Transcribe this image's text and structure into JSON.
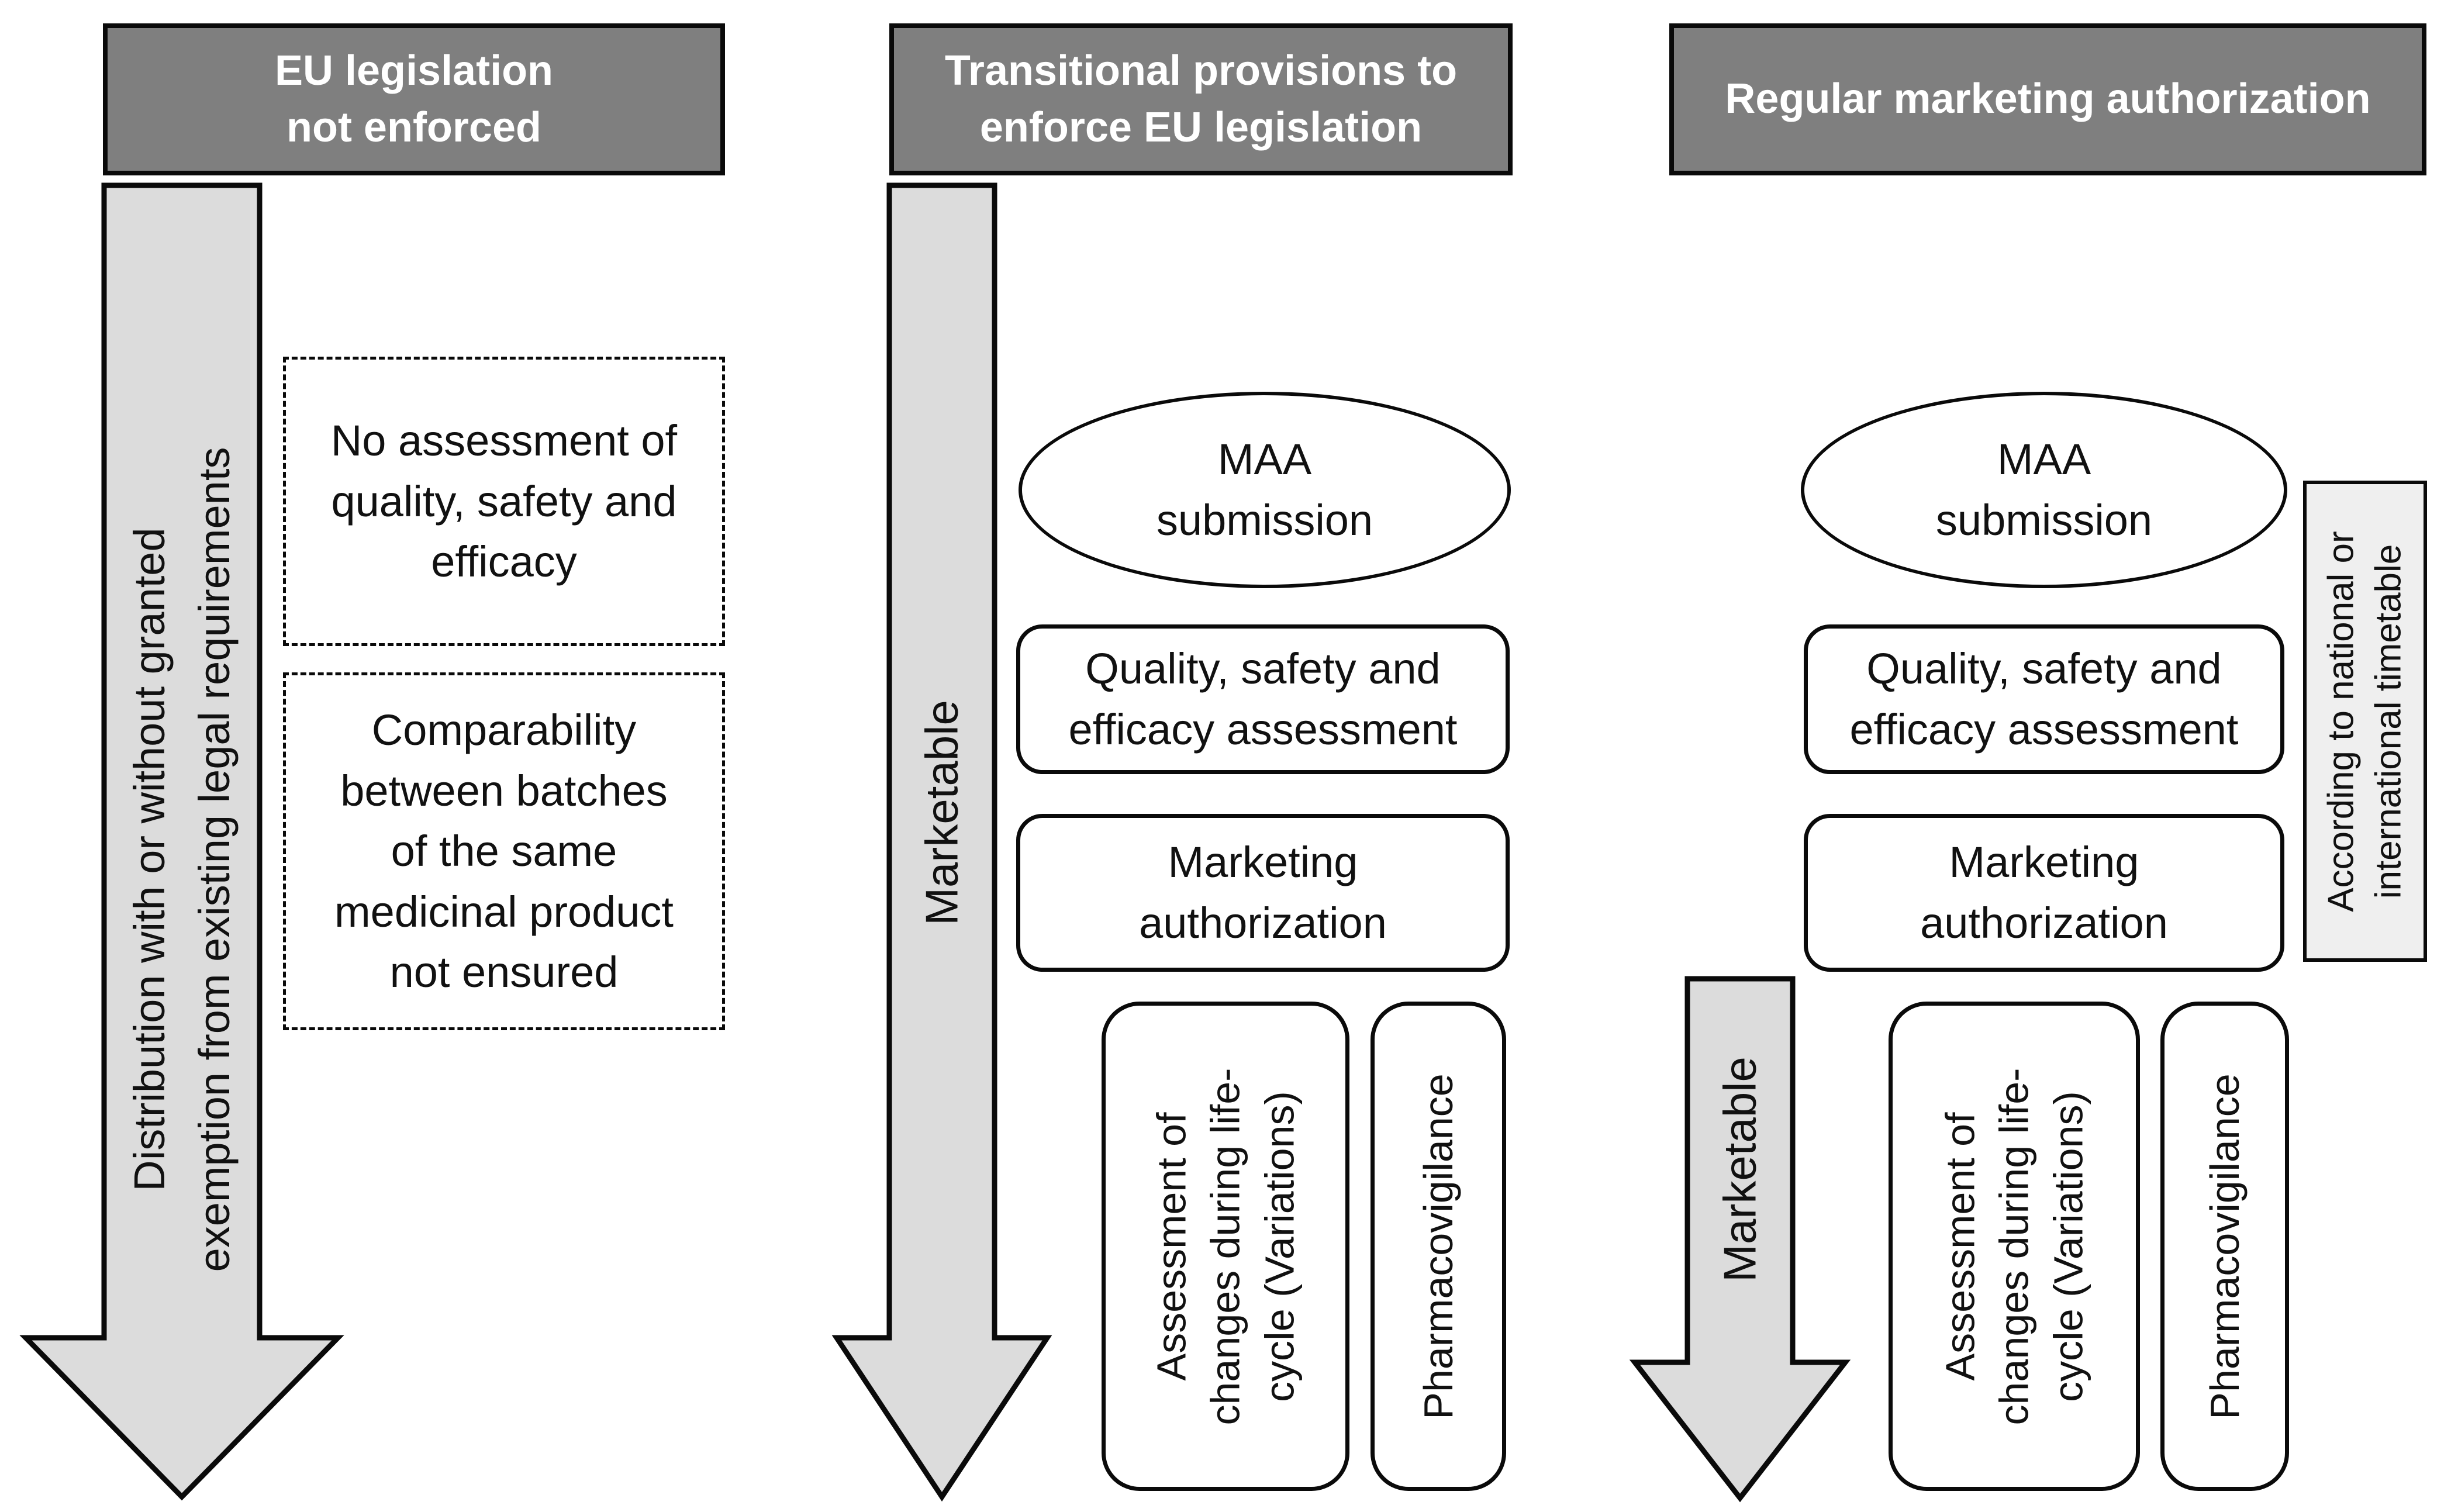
{
  "columns": [
    {
      "header": "EU legislation\nnot enforced",
      "arrow_label": "Distribution with or without granted\nexemption from existing legal requirements",
      "note1": "No assessment of\nquality, safety and\nefficacy",
      "note2": "Comparability\nbetween batches\nof the same\nmedicinal product\nnot ensured"
    },
    {
      "header": "Transitional provisions to\nenforce EU legislation",
      "arrow_label": "Marketable",
      "ellipse_label": "MAA\nsubmission",
      "step1": "Quality, safety and\nefficacy assessment",
      "step2": "Marketing\nauthorization",
      "lifecycle_label": "Assessment of\nchanges during life-\ncycle (Variations)",
      "pharmacovigilance_label": "Pharmacovigilance"
    },
    {
      "header": "Regular marketing authorization",
      "arrow_label": "Marketable",
      "ellipse_label": "MAA\nsubmission",
      "step1": "Quality, safety and\nefficacy assessment",
      "step2": "Marketing\nauthorization",
      "lifecycle_label": "Assessment of\nchanges during life-\ncycle (Variations)",
      "pharmacovigilance_label": "Pharmacovigilance",
      "side_note": "According to national or\ninternational timetable"
    }
  ],
  "colors": {
    "header_bg": "#7f7f7f",
    "header_text": "#ffffff",
    "arrow_fill": "#dcdcdc",
    "side_note_bg": "#efefef",
    "outline": "#0a0a0a",
    "box_bg": "#ffffff"
  }
}
